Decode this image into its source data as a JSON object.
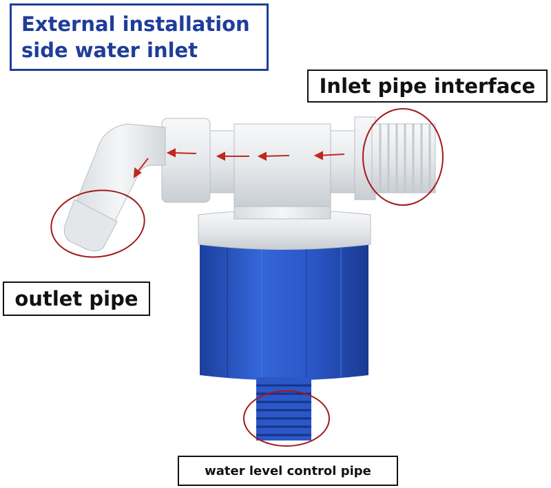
{
  "title": {
    "line1": "External installation",
    "line2": "side water inlet"
  },
  "labels": {
    "inlet": "Inlet pipe interface",
    "outlet": "outlet pipe",
    "control": "water level control pipe"
  },
  "colors": {
    "title_text": "#1f3d9a",
    "title_border": "#1f3d9a",
    "body_blue": "#2a55c8",
    "pipe_white": "#eef1f3",
    "highlight_circle": "#a01818",
    "flow_arrow": "#c0281c"
  }
}
